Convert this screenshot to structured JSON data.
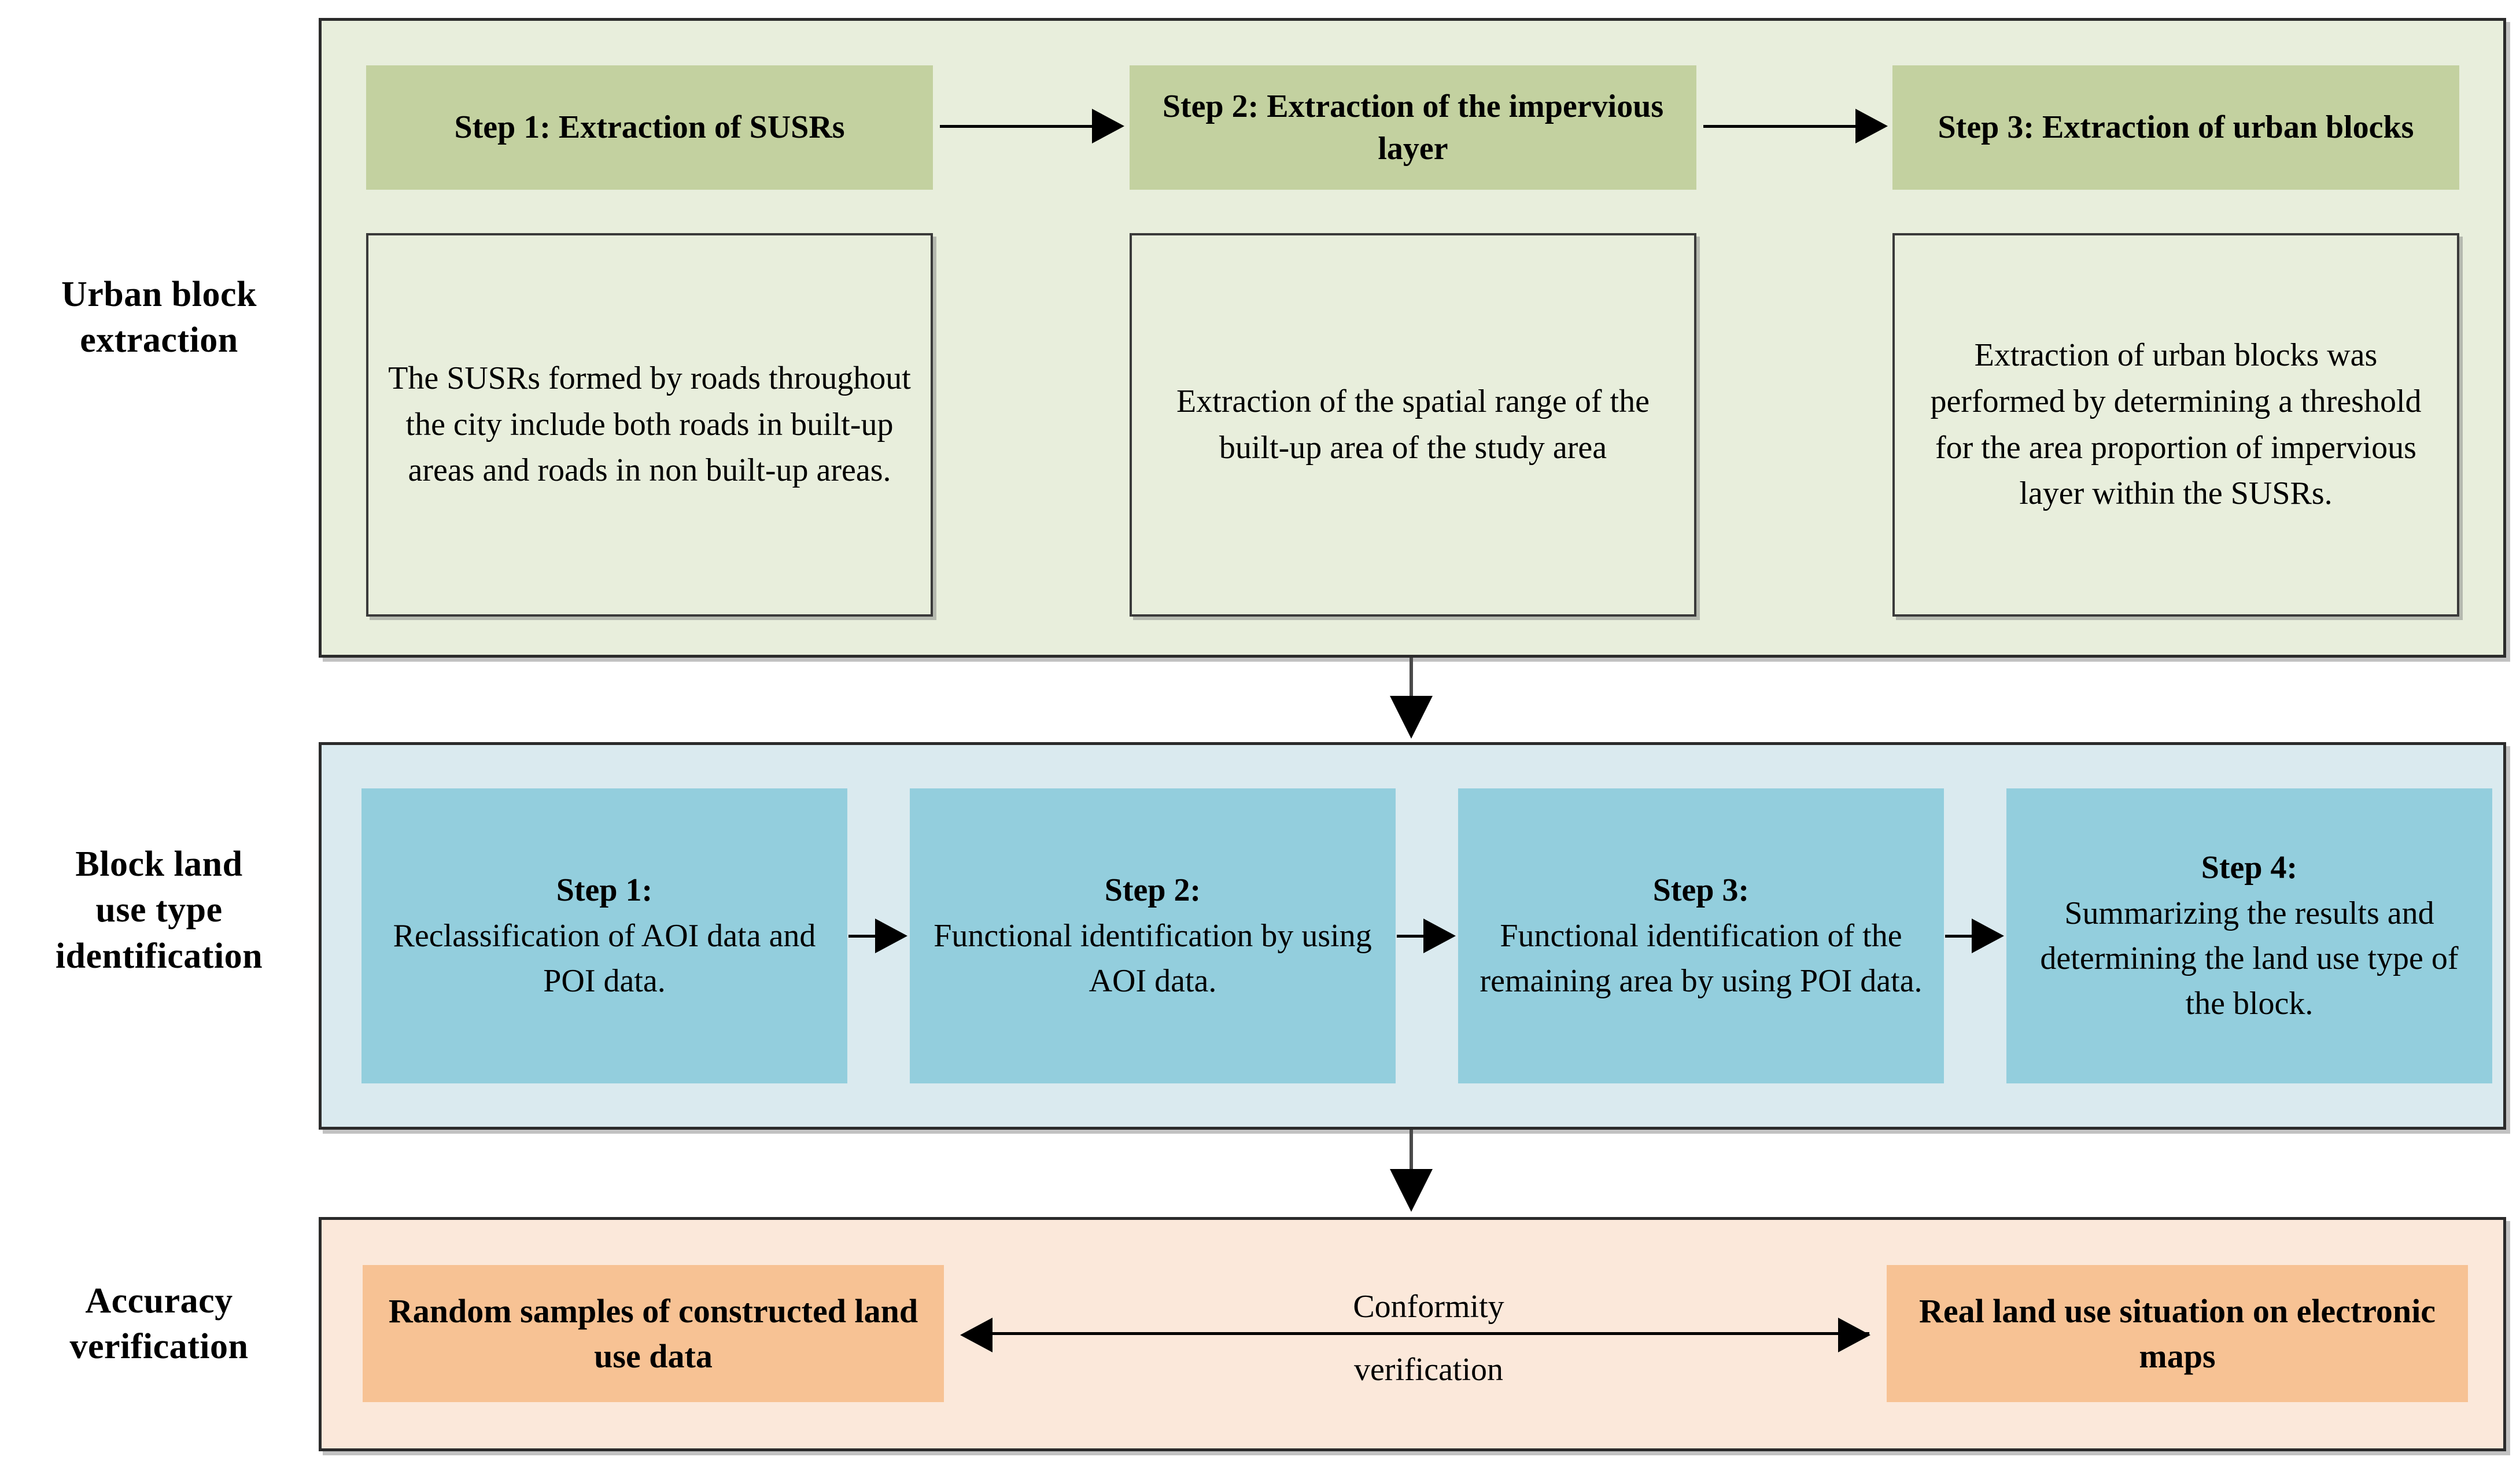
{
  "diagram": {
    "title_rows": [
      {
        "id": "urban-block-extraction",
        "label": "Urban  block\nextraction"
      },
      {
        "id": "block-land-use-type-identification",
        "label": "Block land\nuse type\nidentification"
      },
      {
        "id": "accuracy-verification",
        "label": "Accuracy\nverification"
      }
    ],
    "colors": {
      "green_panel_bg": "#e8eedc",
      "green_chip_bg": "#c3d1a0",
      "blue_panel_bg": "#daeaef",
      "blue_box_bg": "#93cedd",
      "orange_panel_bg": "#fbe8da",
      "orange_box_bg": "#f7c294",
      "border": "#2b2b2b",
      "arrow": "#000000"
    },
    "row1": {
      "steps": [
        {
          "header": "Step 1: Extraction of SUSRs",
          "description": "The SUSRs formed by roads throughout the city include both roads in built-up areas and roads in non built-up areas."
        },
        {
          "header": "Step 2: Extraction of the impervious layer",
          "description": "Extraction of the spatial range of the built-up area of the study area"
        },
        {
          "header": "Step 3: Extraction of urban blocks",
          "description": "Extraction of urban blocks was performed by determining a threshold for the area proportion of impervious layer within the SUSRs."
        }
      ]
    },
    "row2": {
      "steps": [
        {
          "title": "Step 1:",
          "body": "Reclassification of AOI data and POI data."
        },
        {
          "title": "Step 2:",
          "body": "Functional identification by using AOI data."
        },
        {
          "title": "Step 3:",
          "body": "Functional identification of the remaining area by using POI data."
        },
        {
          "title": "Step 4:",
          "body": "Summarizing the results and determining the land use type of the block."
        }
      ]
    },
    "row3": {
      "left_box": "Random samples of constructed land use data",
      "center_label": "Conformity\nverification",
      "right_box": "Real land use situation on electronic maps"
    }
  }
}
